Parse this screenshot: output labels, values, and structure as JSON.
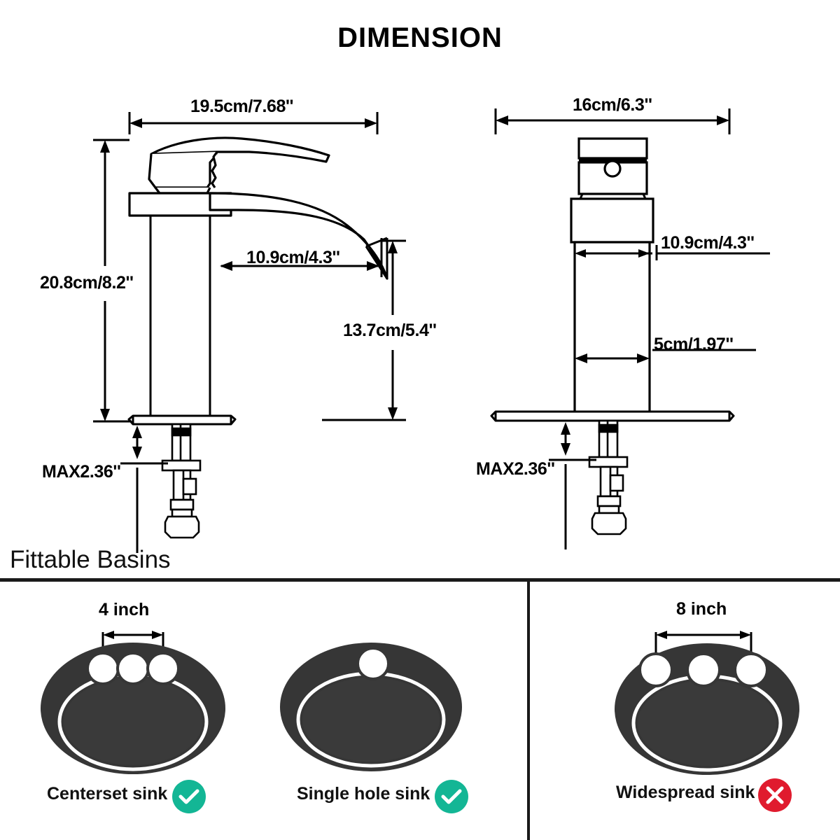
{
  "title": "DIMENSION",
  "sections": {
    "fittable_heading": "Fittable  Basins"
  },
  "views": {
    "side": {
      "name": "side-view",
      "dimensions": {
        "overall_width": "19.5cm/7.68''",
        "overall_height": "20.8cm/8.2''",
        "spout_reach": "10.9cm/4.3''",
        "spout_height": "13.7cm/5.4''",
        "max_deck_thickness": "MAX2.36''"
      }
    },
    "front": {
      "name": "front-view",
      "dimensions": {
        "deck_plate_width": "16cm/6.3''",
        "body_offset": "10.9cm/4.3''",
        "body_width": "5cm/1.97''",
        "max_deck_thickness": "MAX2.36''"
      }
    }
  },
  "basins": [
    {
      "id": "centerset",
      "label": "Centerset sink",
      "spacing": "4 inch",
      "holes": 3,
      "compatible": true,
      "badge": "check"
    },
    {
      "id": "single-hole",
      "label": "Single hole sink",
      "spacing": "",
      "holes": 1,
      "compatible": true,
      "badge": "check"
    },
    {
      "id": "widespread",
      "label": "Widespread sink",
      "spacing": "8 inch",
      "holes": 3,
      "compatible": false,
      "badge": "cross"
    }
  ],
  "colors": {
    "background": "#ffffff",
    "line": "#000000",
    "sink_body": "#363636",
    "sink_basin": "#3a3a3a",
    "check_badge": "#13b695",
    "cross_badge": "#e01b2e",
    "badge_glyph": "#ffffff"
  }
}
